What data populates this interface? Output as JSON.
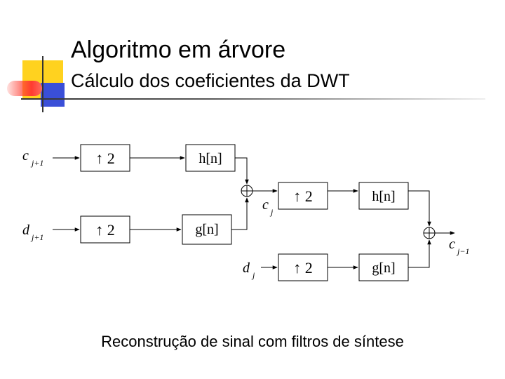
{
  "slide": {
    "title": "Algoritmo em árvore",
    "subtitle": "Cálculo dos coeficientes da DWT",
    "caption": "Reconstrução de sinal com filtros de síntese"
  },
  "diagram": {
    "inputs": {
      "c_in": {
        "base": "c",
        "sub": "j+1"
      },
      "d_in": {
        "base": "d",
        "sub": "j+1"
      },
      "c_mid": {
        "base": "c",
        "sub": "j"
      },
      "d_mid": {
        "base": "d",
        "sub": "j"
      },
      "c_out": {
        "base": "c",
        "sub": "j−1"
      }
    },
    "blocks": {
      "up_c1": "↑ 2",
      "up_d1": "↑ 2",
      "h1": "h[n]",
      "g1": "g[n]",
      "up_c2": "↑ 2",
      "up_d2": "↑ 2",
      "h2": "h[n]",
      "g2": "g[n]"
    },
    "adder_symbol": "⊕"
  },
  "colors": {
    "logo_yellow": "#FFD21F",
    "logo_red": "#FF3B30",
    "logo_blue": "#3A4FD8",
    "line": "#000000"
  }
}
